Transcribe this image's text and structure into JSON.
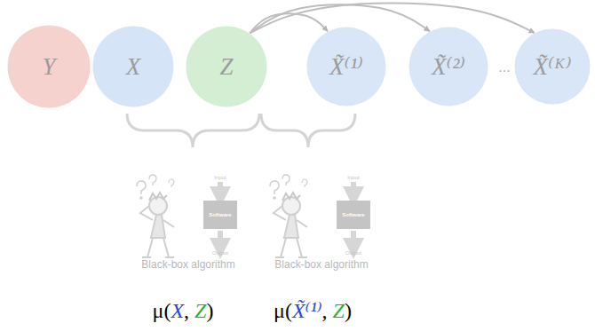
{
  "diagram": {
    "nodes": [
      {
        "text": [
          "Y"
        ]
      },
      {
        "text": [
          "X"
        ]
      },
      {
        "text": [
          "Z"
        ]
      },
      {
        "text": [
          "X̃⁽¹⁾"
        ]
      },
      {
        "text": [
          "X̃⁽²⁾"
        ]
      },
      {
        "text": [
          "X̃⁽ᴷ⁾"
        ]
      }
    ],
    "edges": [
      {
        "from": 2,
        "to": 3,
        "arrow": "to"
      },
      {
        "from": 2,
        "to": 4,
        "arrow": "to"
      },
      {
        "from": 2,
        "to": 5,
        "arrow": "to"
      }
    ],
    "labels": [
      "...",
      "Input",
      "Software",
      "Output",
      "Black-box algorithm",
      "Input",
      "Software",
      "Output",
      "Black-box algorithm",
      "μ(X, Z)",
      "μ(X̃⁽¹⁾, Z)"
    ]
  }
}
